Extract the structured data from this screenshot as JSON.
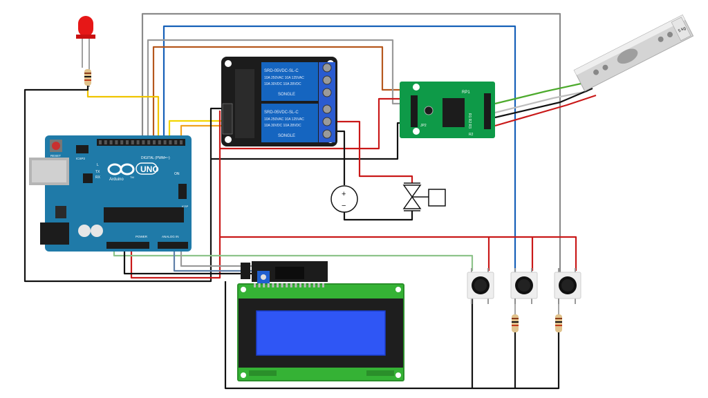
{
  "arduino": {
    "reset_label": "RESET",
    "icsp2_label": "ICSP2",
    "model_label": "UNO",
    "brand_label": "Arduino",
    "tm_label": "TM",
    "digital_label": "DIGITAL (PWM=~)",
    "tx_label": "TX",
    "rx_label": "RX",
    "l_label": "L",
    "on_label": "ON",
    "icsp_label": "ICSP",
    "power_label": "POWER",
    "analog_label": "ANALOG IN"
  },
  "relay": {
    "relay1_lines": [
      "SRD-05VDC-SL-C",
      "10A 250VAC  10A 125VAC",
      "10A 30VDC  10A 28VDC"
    ],
    "relay2_lines": [
      "SRD-05VDC-SL-C",
      "10A 250VAC  10A 125VAC",
      "10A 30VDC  10A 28VDC"
    ],
    "brand": "SONGLE"
  },
  "hx711": {
    "label_rp": "RP1",
    "label_r": "R1 R2 R3",
    "label_jp": "JP2",
    "label_r4": "R2"
  },
  "load_cell": {
    "label": "5 kg"
  },
  "source": {
    "plus": "+",
    "minus": "−"
  },
  "colors": {
    "board_blue": "#1f7aa8",
    "relay_board": "#1c1c1c",
    "relay_blue": "#1565c0",
    "pcb_green": "#0e9a48",
    "lcd_screen": "#2f56f5",
    "wire_red": "#c91818",
    "wire_black": "#111111",
    "wire_blue": "#1560b8",
    "wire_brown": "#b5571c",
    "wire_grey": "#8a8a8a",
    "wire_yellow": "#f2d500",
    "wire_orange": "#f0a21e",
    "wire_green": "#4caa2c",
    "wire_lightgreen": "#8dc38a"
  }
}
